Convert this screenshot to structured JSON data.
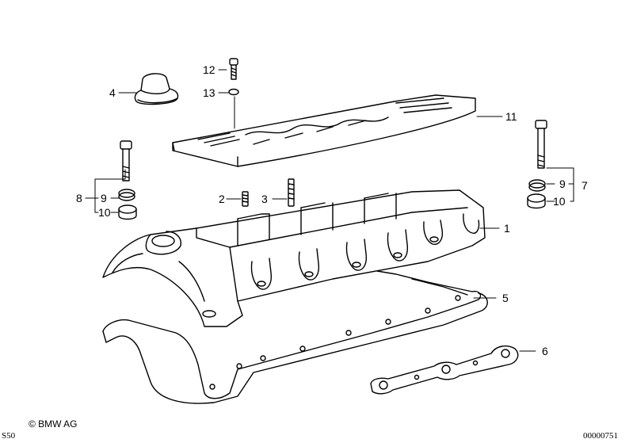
{
  "callouts": {
    "c1": "1",
    "c2": "2",
    "c3": "3",
    "c4": "4",
    "c5": "5",
    "c6": "6",
    "c7": "7",
    "c8": "8",
    "c9_left": "9",
    "c9_right": "9",
    "c10_left": "10",
    "c10_right": "10",
    "c11": "11",
    "c12": "12",
    "c13": "13"
  },
  "footer": {
    "copyright": "© BMW AG",
    "model_code": "S50",
    "diagram_number": "00000751"
  }
}
